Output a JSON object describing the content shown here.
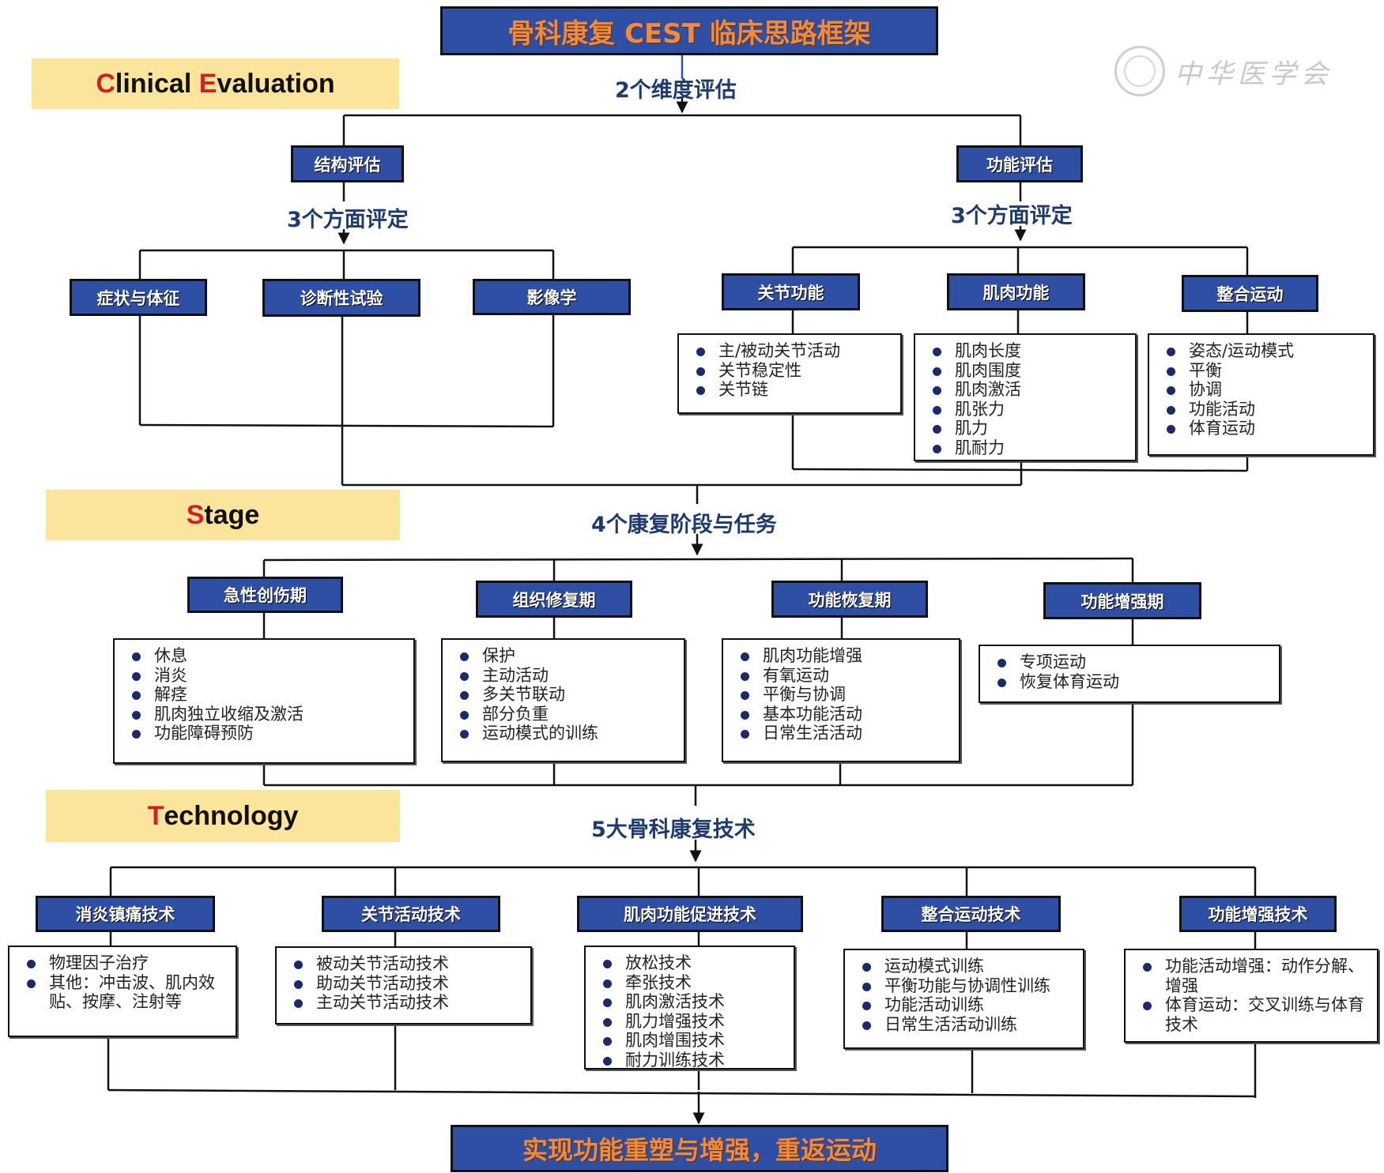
{
  "title": "骨科康复 CEST 临床思路框架",
  "watermark": "中华医学会",
  "colors": {
    "node_fill": "#2e4fa3",
    "section_fill": "#fbe49c",
    "title_text": "#f08a3c",
    "initial": "#d21f1f",
    "bullet": "#1b2a6b"
  },
  "sections": {
    "clinical": {
      "initial": "C",
      "rest1": "linical ",
      "initial2": "E",
      "rest2": "valuation"
    },
    "stage": {
      "initial": "S",
      "rest": "tage"
    },
    "technology": {
      "initial": "T",
      "rest": "echnology"
    }
  },
  "evaluation": {
    "label": "2个维度评估",
    "structure": {
      "title": "结构评估",
      "sub_label": "3个方面评定",
      "items": [
        "症状与体征",
        "诊断性试验",
        "影像学"
      ]
    },
    "function": {
      "title": "功能评估",
      "sub_label": "3个方面评定",
      "groups": [
        {
          "title": "关节功能",
          "items": [
            "主/被动关节活动",
            "关节稳定性",
            "关节链"
          ]
        },
        {
          "title": "肌肉功能",
          "items": [
            "肌肉长度",
            "肌肉围度",
            "肌肉激活",
            "肌张力",
            "肌力",
            "肌耐力"
          ]
        },
        {
          "title": "整合运动",
          "items": [
            "姿态/运动模式",
            "平衡",
            "协调",
            "功能活动",
            "体育运动"
          ]
        }
      ]
    }
  },
  "stage": {
    "label": "4个康复阶段与任务",
    "phases": [
      {
        "title": "急性创伤期",
        "items": [
          "休息",
          "消炎",
          "解痉",
          "肌肉独立收缩及激活",
          "功能障碍预防"
        ]
      },
      {
        "title": "组织修复期",
        "items": [
          "保护",
          "主动活动",
          "多关节联动",
          "部分负重",
          "运动模式的训练"
        ]
      },
      {
        "title": "功能恢复期",
        "items": [
          "肌肉功能增强",
          "有氧运动",
          "平衡与协调",
          "基本功能活动",
          "日常生活活动"
        ]
      },
      {
        "title": "功能增强期",
        "items": [
          "专项运动",
          "恢复体育运动"
        ]
      }
    ]
  },
  "technology": {
    "label": "5大骨科康复技术",
    "techs": [
      {
        "title": "消炎镇痛技术",
        "items": [
          "物理因子治疗",
          "其他：冲击波、肌内效贴、按摩、注射等"
        ]
      },
      {
        "title": "关节活动技术",
        "items": [
          "被动关节活动技术",
          "助动关节活动技术",
          "主动关节活动技术"
        ]
      },
      {
        "title": "肌肉功能促进技术",
        "items": [
          "放松技术",
          "牵张技术",
          "肌肉激活技术",
          "肌力增强技术",
          "肌肉增围技术",
          "耐力训练技术"
        ]
      },
      {
        "title": "整合运动技术",
        "items": [
          "运动模式训练",
          "平衡功能与协调性训练",
          "功能活动训练",
          "日常生活活动训练"
        ]
      },
      {
        "title": "功能增强技术",
        "items": [
          "功能活动增强：动作分解、增强",
          "体育运动：交叉训练与体育技术"
        ]
      }
    ]
  },
  "goal": "实现功能重塑与增强，重返运动"
}
